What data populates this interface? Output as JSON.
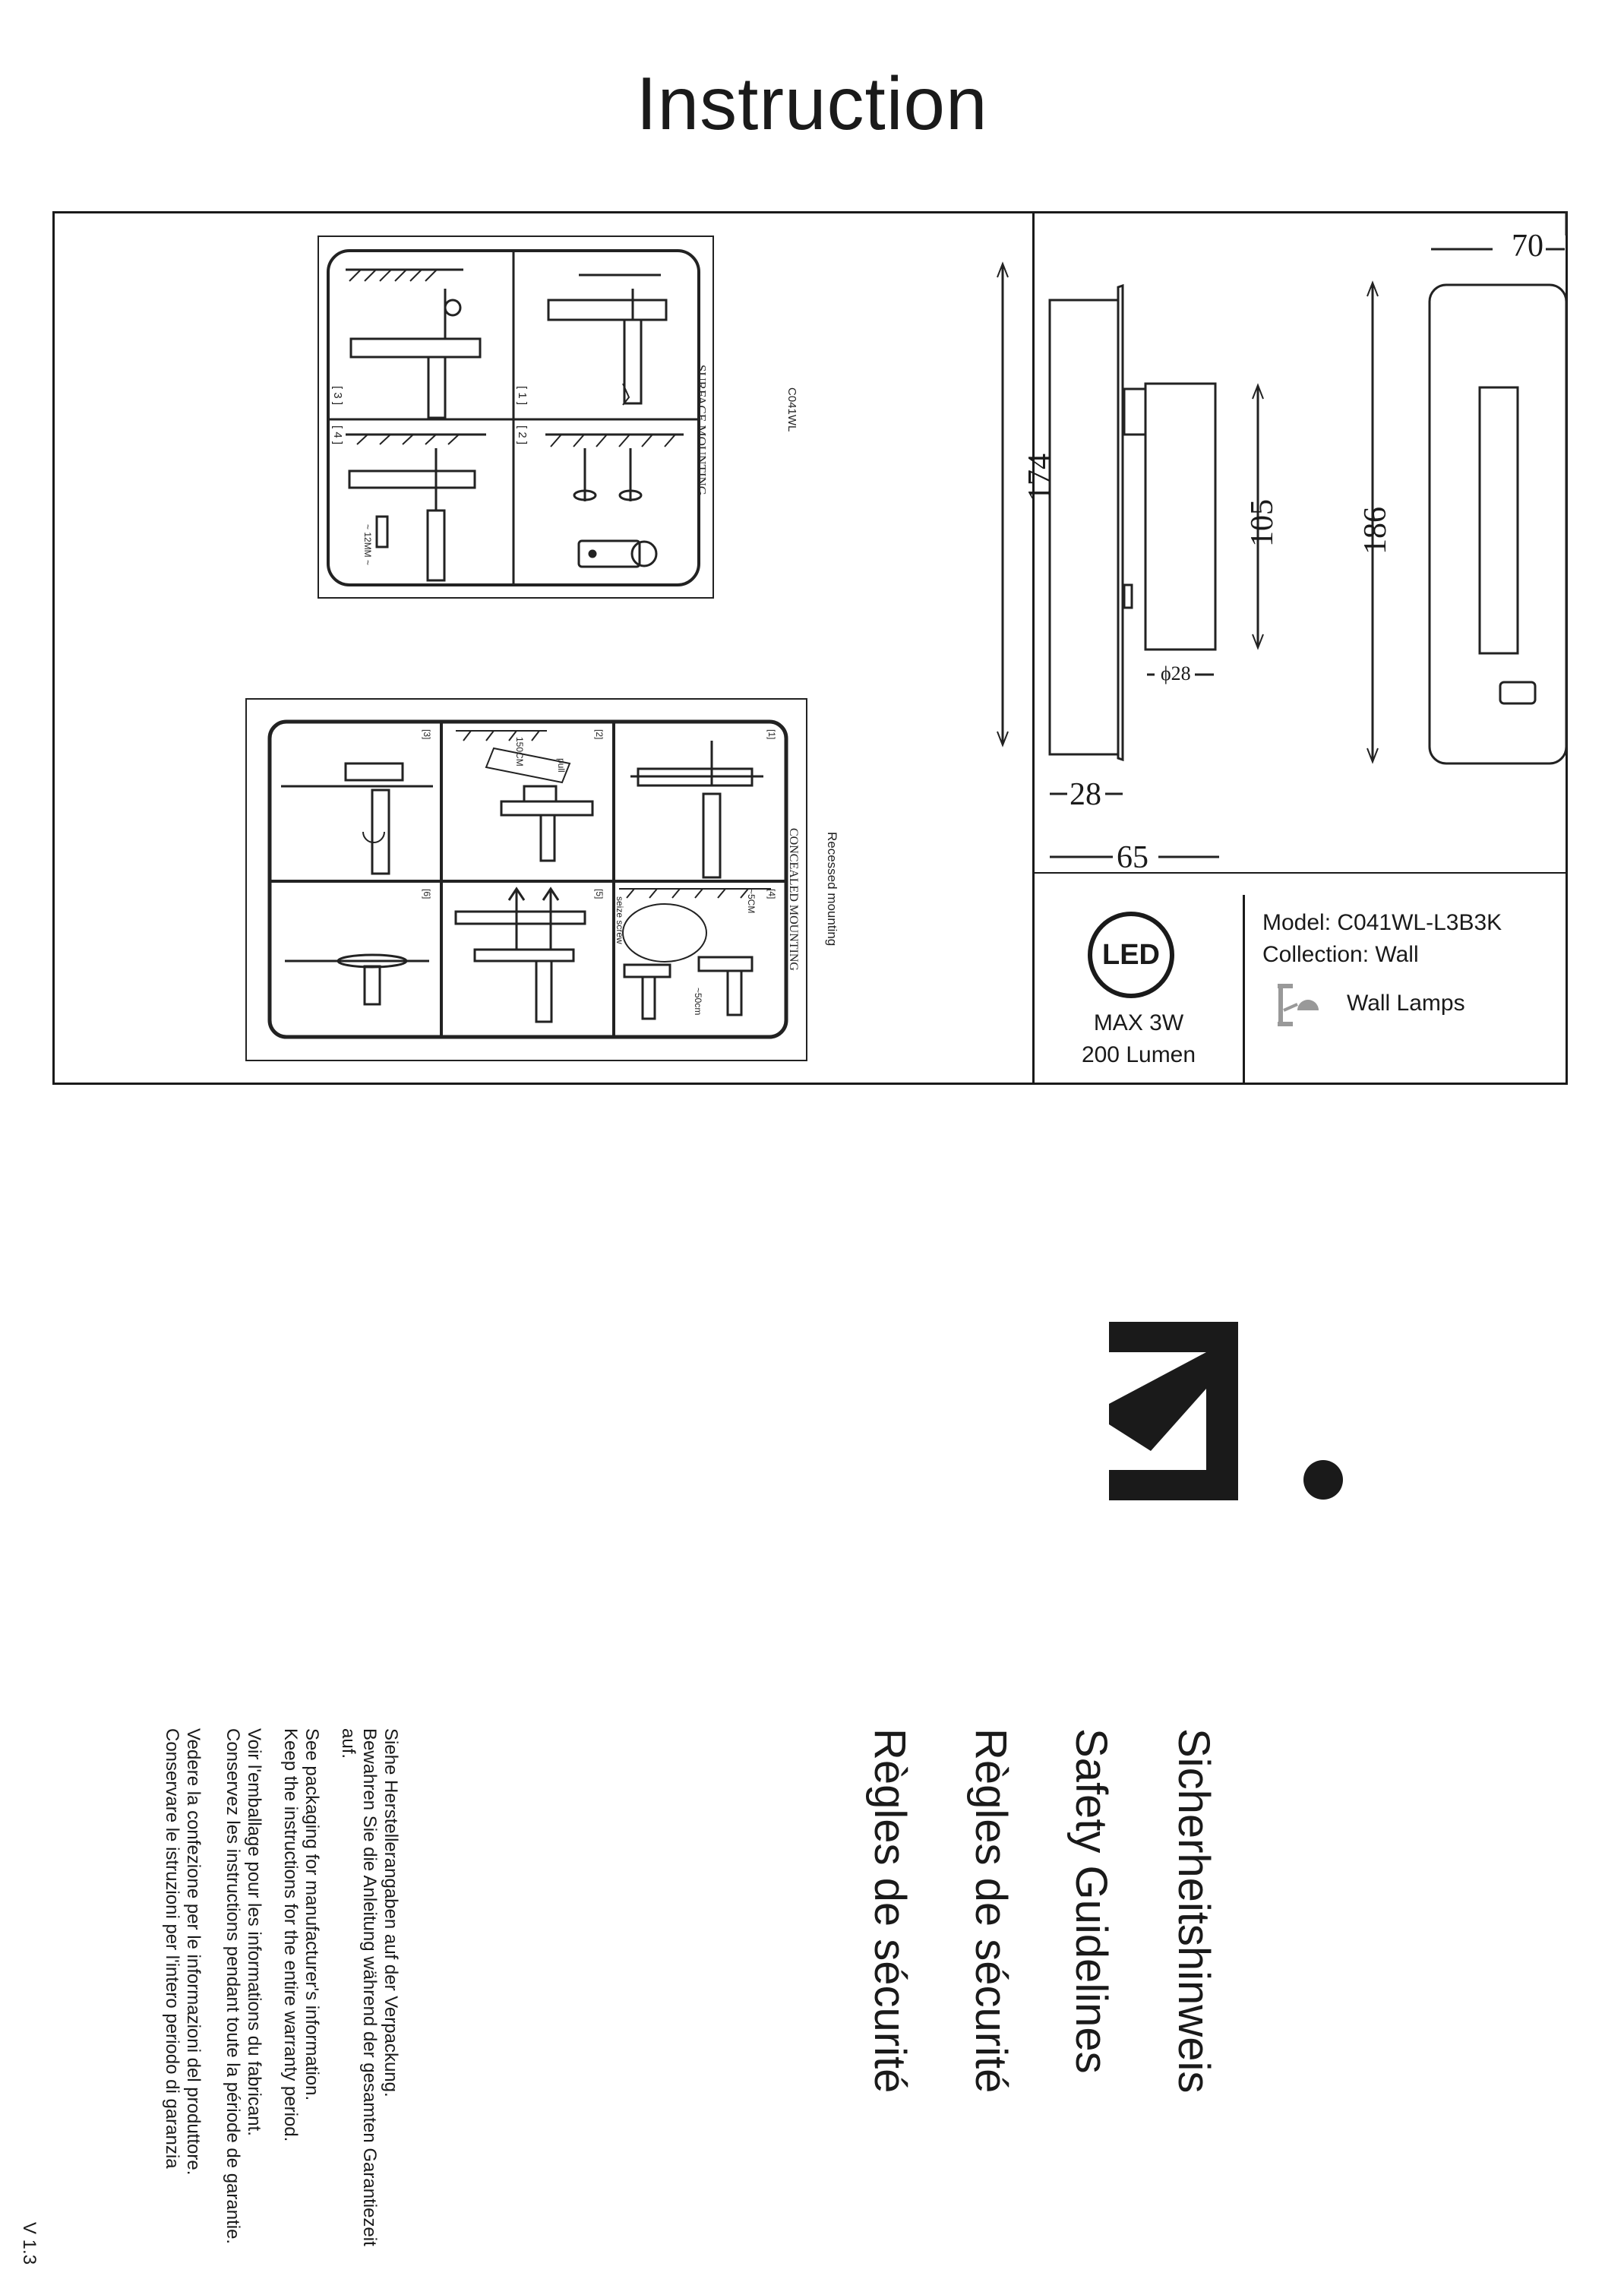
{
  "title": "Instruction",
  "panels": {
    "surface": {
      "label": "SURFACE MOUNTING",
      "code": "C041WL",
      "steps": [
        "[ 1 ]",
        "[ 2 ]",
        "[ 3 ]",
        "[ 4 ]"
      ],
      "note": "~ 12MM ~"
    },
    "concealed": {
      "label": "CONCEALED MOUNTING",
      "sub": "Recessed mounting",
      "steps": [
        "[1]",
        "[2]",
        "[3]",
        "[4]",
        "[5]",
        "[6]"
      ],
      "notes": [
        "seize screw",
        "~5CM",
        "~50cm",
        "150CM",
        "pull"
      ]
    }
  },
  "dimensions": {
    "width": "70",
    "height_side": "174",
    "height_inner": "105",
    "height_front": "186",
    "diameter": "ϕ28",
    "depth_plate": "28",
    "depth_total": "65"
  },
  "spec": {
    "badge": "LED",
    "power": "MAX 3W",
    "lumen": "200 Lumen",
    "model": "Model: C041WL-L3B3K",
    "collection": "Collection: Wall",
    "category": "Wall Lamps",
    "category_icon": "wall-lamp-icon"
  },
  "brand": {
    "logo": "M."
  },
  "safety": {
    "titles": [
      "Sicherheitshinweis",
      "Safety Guidelines",
      "Règles de sécurité",
      "Règles de sécurité"
    ],
    "de": [
      "Siehe Herstellerangaben auf der Verpackung.",
      "Bewahren Sie die Anleitung während der gesamten Garantiezeit",
      "auf."
    ],
    "en": [
      "See packaging for manufacturer's information.",
      "Keep the instructions for the entire warranty period."
    ],
    "fr": [
      "Voir l'emballage pour les informations du fabricant.",
      "Conservez les instructions pendant toute la période de garantie."
    ],
    "it": [
      "Vedere la confezione per le informazioni del produttore.",
      "Conservare le istruzioni per l'intero periodo di garanzia"
    ]
  },
  "version": "V 1.3"
}
